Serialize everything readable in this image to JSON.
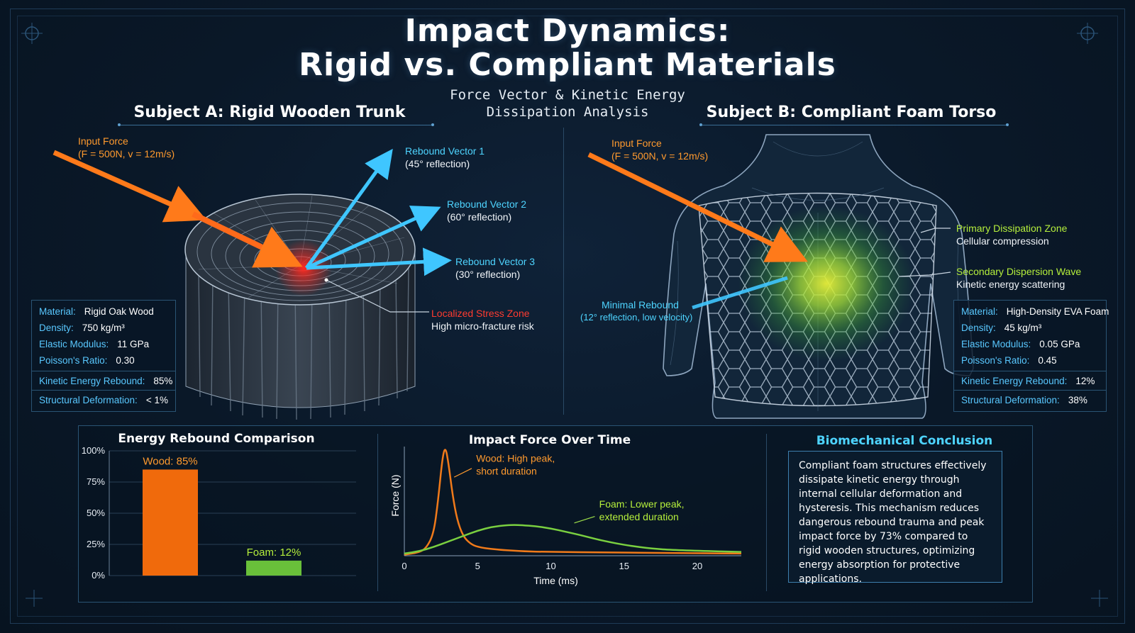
{
  "header": {
    "title_line1": "Impact Dynamics:",
    "title_line2": "Rigid vs. Compliant Materials",
    "subtitle_line1": "Force Vector & Kinetic Energy",
    "subtitle_line2": "Dissipation Analysis"
  },
  "colors": {
    "orange": "#ff7a1a",
    "cyan": "#3fc6ff",
    "green": "#8fdc3a",
    "red": "#ff2a20",
    "panel_key": "#59c8ff"
  },
  "subject_a": {
    "title": "Subject A: Rigid Wooden Trunk",
    "input_force_label": "Input Force",
    "input_force_values": "(F = 500N, v = 12m/s)",
    "rebound1_label": "Rebound Vector 1",
    "rebound1_angle": "(45° reflection)",
    "rebound2_label": "Rebound Vector 2",
    "rebound2_angle": "(60° reflection)",
    "rebound3_label": "Rebound Vector 3",
    "rebound3_angle": "(30° reflection)",
    "stress_label": "Localized Stress Zone",
    "stress_desc": "High micro-fracture risk",
    "properties": [
      {
        "key": "Material:",
        "value": "Rigid Oak Wood"
      },
      {
        "key": "Density:",
        "value": "750 kg/m³"
      },
      {
        "key": "Elastic Modulus:",
        "value": "11 GPa"
      },
      {
        "key": "Poisson's Ratio:",
        "value": "0.30"
      }
    ],
    "metrics": [
      {
        "key": "Kinetic Energy Rebound:",
        "value": "85%"
      },
      {
        "key": "Structural Deformation:",
        "value": "< 1%"
      }
    ]
  },
  "subject_b": {
    "title": "Subject B: Compliant Foam Torso",
    "input_force_label": "Input Force",
    "input_force_values": "(F = 500N, v = 12m/s)",
    "primary_label": "Primary Dissipation Zone",
    "primary_desc": "Cellular compression",
    "secondary_label": "Secondary Dispersion Wave",
    "secondary_desc": "Kinetic energy scattering",
    "minimal_label": "Minimal Rebound",
    "minimal_desc": "(12° reflection, low velocity)",
    "properties": [
      {
        "key": "Material:",
        "value": "High-Density EVA Foam"
      },
      {
        "key": "Density:",
        "value": "45 kg/m³"
      },
      {
        "key": "Elastic Modulus:",
        "value": "0.05 GPa"
      },
      {
        "key": "Poisson's Ratio:",
        "value": "0.45"
      }
    ],
    "metrics": [
      {
        "key": "Kinetic Energy Rebound:",
        "value": "12%"
      },
      {
        "key": "Structural Deformation:",
        "value": "38%"
      }
    ]
  },
  "chart_data": [
    {
      "type": "bar",
      "title": "Energy Rebound Comparison",
      "categories": [
        "Wood",
        "Foam"
      ],
      "values": [
        85,
        12
      ],
      "data_labels": [
        "Wood: 85%",
        "Foam: 12%"
      ],
      "colors": [
        "#f06a0c",
        "#69c03a"
      ],
      "ylim": [
        0,
        100
      ],
      "yticks": [
        "0%",
        "25%",
        "50%",
        "75%",
        "100%"
      ],
      "ytick_values": [
        0,
        25,
        50,
        75,
        100
      ],
      "grid": true
    },
    {
      "type": "line",
      "title": "Impact Force Over Time",
      "xlabel": "Time (ms)",
      "ylabel": "Force (N)",
      "xlim": [
        0,
        23
      ],
      "xticks": [
        0,
        5,
        10,
        15,
        20
      ],
      "ylim": [
        0,
        1
      ],
      "series": [
        {
          "name": "Wood: High peak, short duration",
          "name_line1": "Wood: High peak,",
          "name_line2": "short duration",
          "color": "#f07a1a",
          "x": [
            0,
            1,
            1.5,
            2,
            2.3,
            2.6,
            2.8,
            3.0,
            3.3,
            3.6,
            4.0,
            4.5,
            5,
            6,
            8,
            10,
            14,
            18,
            23
          ],
          "y": [
            0.01,
            0.03,
            0.07,
            0.2,
            0.5,
            0.9,
            1.0,
            0.86,
            0.55,
            0.33,
            0.18,
            0.11,
            0.08,
            0.06,
            0.04,
            0.035,
            0.03,
            0.025,
            0.02
          ]
        },
        {
          "name": "Foam: Lower peak, extended duration",
          "name_line1": "Foam: Lower peak,",
          "name_line2": "extended duration",
          "color": "#7ad040",
          "x": [
            0,
            1,
            2,
            3,
            4,
            5,
            6,
            7,
            7.5,
            8,
            9,
            10,
            11,
            12,
            13,
            14,
            15,
            16,
            17,
            18,
            20,
            23
          ],
          "y": [
            0.02,
            0.04,
            0.08,
            0.13,
            0.18,
            0.23,
            0.265,
            0.28,
            0.282,
            0.28,
            0.27,
            0.25,
            0.22,
            0.19,
            0.155,
            0.125,
            0.1,
            0.08,
            0.065,
            0.055,
            0.045,
            0.035
          ]
        }
      ]
    }
  ],
  "conclusion": {
    "title": "Biomechanical Conclusion",
    "text": "Compliant foam structures effectively dissipate kinetic energy through internal cellular deformation and hysteresis. This mechanism reduces dangerous rebound trauma and peak impact force by 73% compared to rigid wooden structures, optimizing energy absorption for protective applications."
  }
}
